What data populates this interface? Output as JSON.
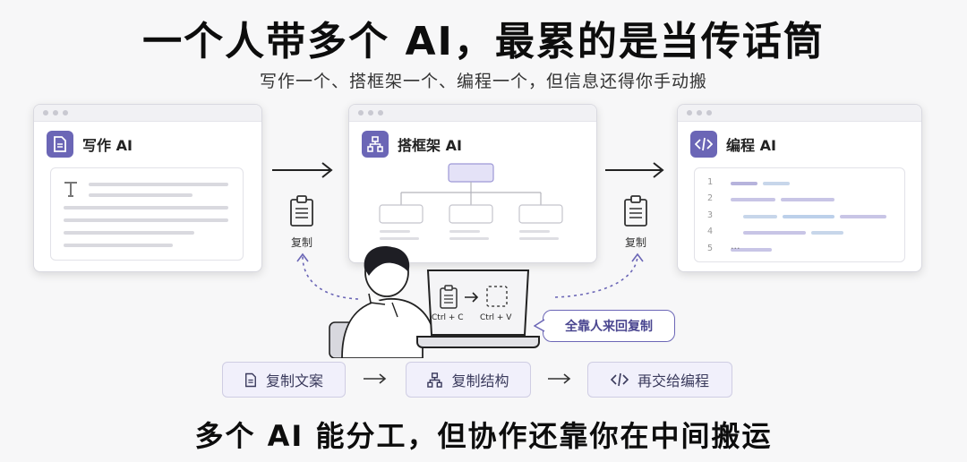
{
  "header": {
    "title": "一个人带多个 AI，最累的是当传话筒",
    "subtitle": "写作一个、搭框架一个、编程一个，但信息还得你手动搬"
  },
  "windows": {
    "writing": {
      "title": "写作 AI",
      "icon": "document-icon"
    },
    "framework": {
      "title": "搭框架 AI",
      "icon": "hierarchy-icon"
    },
    "coding": {
      "title": "编程 AI",
      "icon": "code-icon",
      "line_numbers": [
        "1",
        "2",
        "3",
        "4",
        "5"
      ],
      "ellipsis": "..."
    }
  },
  "copy_steps": {
    "left_label": "复制",
    "right_label": "复制"
  },
  "laptop": {
    "copy_key": "Ctrl + C",
    "paste_key": "Ctrl + V"
  },
  "bubble": {
    "text": "全靠人来回复制"
  },
  "pipeline": {
    "steps": [
      {
        "label": "复制文案",
        "icon": "document-icon"
      },
      {
        "label": "复制结构",
        "icon": "hierarchy-icon"
      },
      {
        "label": "再交给编程",
        "icon": "code-icon"
      }
    ]
  },
  "footer": {
    "text": "多个 AI 能分工，但协作还靠你在中间搬运"
  },
  "colors": {
    "accent": "#6b66b6",
    "accent_light": "#c9c5ec",
    "text": "#111111",
    "background": "#f7f7f8"
  }
}
